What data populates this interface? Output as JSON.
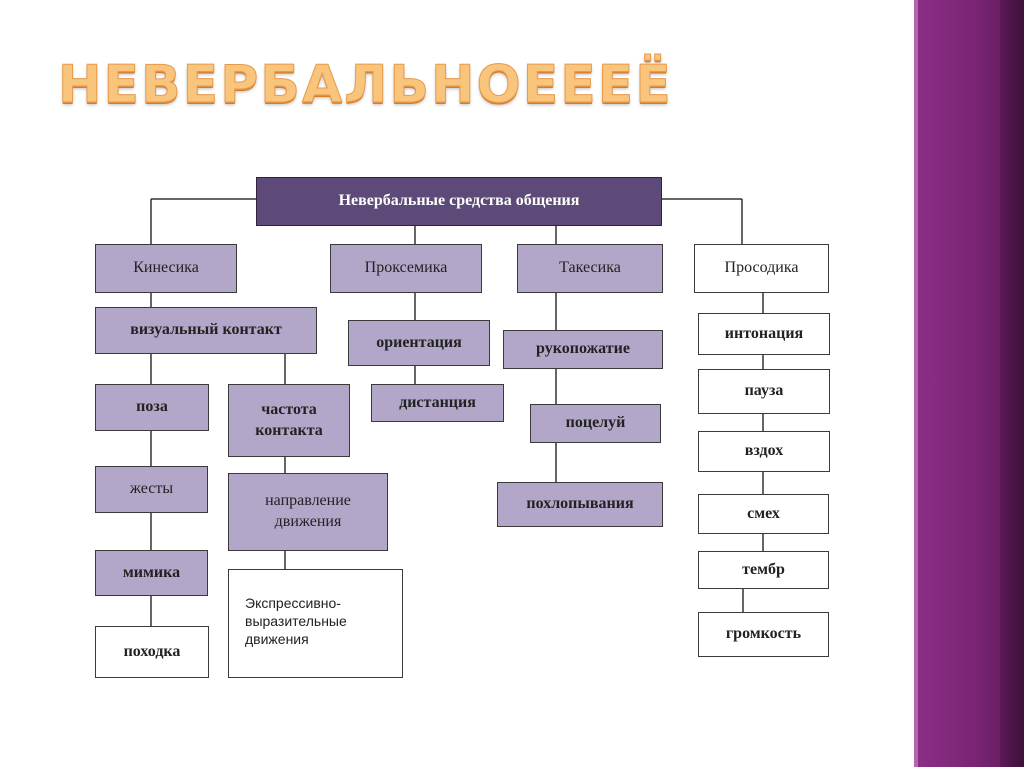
{
  "slide_title": "НЕВЕРБАЛЬНОЕЕЕЁ",
  "diagram": {
    "root": "Невербальные средства общения",
    "kinesika": {
      "label": "Кинесика",
      "visual_contact": "визуальный контакт",
      "poza": "поза",
      "zhesty": "жесты",
      "mimika": "мимика",
      "pohodka": "походка",
      "chastota": "частота контакта",
      "napravlenie": "направление движения",
      "ekspressivno": "Экспрессивно-выразительные движения"
    },
    "proksemika": {
      "label": "Проксемика",
      "orientatsiya": "ориентация",
      "distantsiya": "дистанция"
    },
    "takesika": {
      "label": "Такесика",
      "rukopozhatie": "рукопожатие",
      "potseluy": "поцелуй",
      "pokhlopyvaniya": "похлопывания"
    },
    "prosodika": {
      "label": "Просодика",
      "intonatsiya": "интонация",
      "pauza": "пауза",
      "vzdokh": "вздох",
      "smekh": "смех",
      "tembr": "тембр",
      "gromkost": "громкость"
    }
  },
  "colors": {
    "box_fill": "#b2a7c9",
    "root_fill": "#5e4a78",
    "title_color": "#f9c47c",
    "side_panel": "#7a2474"
  }
}
